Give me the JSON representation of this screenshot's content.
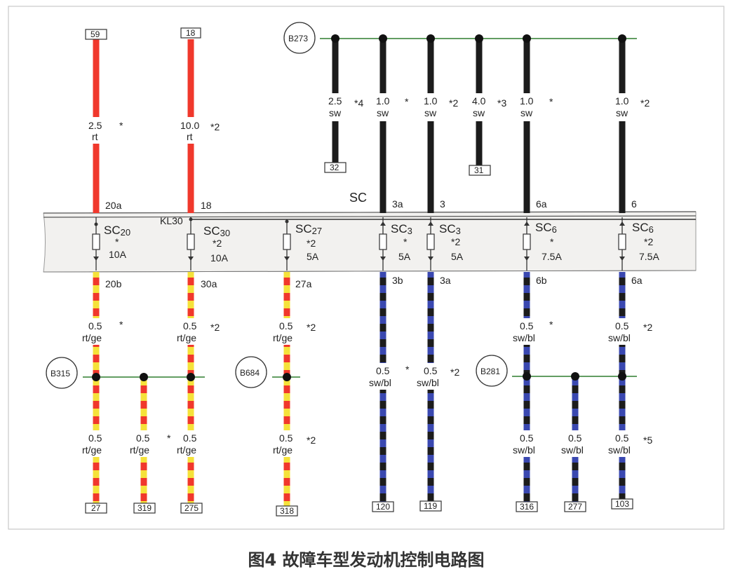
{
  "caption": "图4 故障车型发动机控制电路图",
  "panel_label": "SC",
  "kl30_label": "KL30",
  "colors": {
    "red": "#f0382c",
    "yellow": "#f5e23a",
    "black": "#1c1c1c",
    "blue": "#3a48b0",
    "panel_fill": "#f2f1ef",
    "bus_green": "#2f7d2f",
    "frame": "#c9c9c9"
  },
  "nodes": [
    {
      "id": "b273",
      "label": "B273"
    },
    {
      "id": "b315",
      "label": "B315"
    },
    {
      "id": "b684",
      "label": "B684"
    },
    {
      "id": "b281",
      "label": "B281"
    }
  ],
  "top_wires": [
    {
      "id": "t59",
      "terminal": "59",
      "gauge": "2.5",
      "color": "rt",
      "note": "*",
      "pin": "20a",
      "scheme": "red"
    },
    {
      "id": "t18",
      "terminal": "18",
      "gauge": "10.0",
      "color": "rt",
      "note": "*2",
      "pin": "18",
      "scheme": "red"
    },
    {
      "id": "t32",
      "terminal": "32",
      "gauge": "2.5",
      "color": "sw",
      "note": "*4",
      "pin": "",
      "scheme": "black"
    },
    {
      "id": "sc3a",
      "terminal": "",
      "gauge": "1.0",
      "color": "sw",
      "note": "*",
      "pin": "3a",
      "scheme": "black"
    },
    {
      "id": "sc3",
      "terminal": "",
      "gauge": "1.0",
      "color": "sw",
      "note": "*2",
      "pin": "3",
      "scheme": "black"
    },
    {
      "id": "t31",
      "terminal": "31",
      "gauge": "4.0",
      "color": "sw",
      "note": "*3",
      "pin": "",
      "scheme": "black"
    },
    {
      "id": "sc6a",
      "terminal": "",
      "gauge": "1.0",
      "color": "sw",
      "note": "*",
      "pin": "6a",
      "scheme": "black"
    },
    {
      "id": "sc6",
      "terminal": "",
      "gauge": "1.0",
      "color": "sw",
      "note": "*2",
      "pin": "6",
      "scheme": "black"
    }
  ],
  "fuses": [
    {
      "id": "sc20",
      "name": "SC",
      "sub": "20",
      "note": "*",
      "rating": "10A",
      "out_pin": "20b"
    },
    {
      "id": "sc30",
      "name": "SC",
      "sub": "30",
      "note": "*2",
      "rating": "10A",
      "out_pin": "30a"
    },
    {
      "id": "sc27",
      "name": "SC",
      "sub": "27",
      "note": "*2",
      "rating": "5A",
      "out_pin": "27a"
    },
    {
      "id": "sc3a",
      "name": "SC",
      "sub": "3",
      "note": "*",
      "rating": "5A",
      "out_pin": "3b"
    },
    {
      "id": "sc3b",
      "name": "SC",
      "sub": "3",
      "note": "*2",
      "rating": "5A",
      "out_pin": "3a"
    },
    {
      "id": "sc6a",
      "name": "SC",
      "sub": "6",
      "note": "*",
      "rating": "7.5A",
      "out_pin": "6b"
    },
    {
      "id": "sc6b",
      "name": "SC",
      "sub": "6",
      "note": "*2",
      "rating": "7.5A",
      "out_pin": "6a"
    }
  ],
  "mid_labels": [
    {
      "id": "m20",
      "gauge": "0.5",
      "color": "rt/ge",
      "note": "*"
    },
    {
      "id": "m30",
      "gauge": "0.5",
      "color": "rt/ge",
      "note": "*2"
    },
    {
      "id": "m27",
      "gauge": "0.5",
      "color": "rt/ge",
      "note": "*2"
    },
    {
      "id": "m3b",
      "gauge": "0.5",
      "color": "sw/bl",
      "note": "*"
    },
    {
      "id": "m3a",
      "gauge": "0.5",
      "color": "sw/bl",
      "note": "*2"
    },
    {
      "id": "m6b",
      "gauge": "0.5",
      "color": "sw/bl",
      "note": "*"
    },
    {
      "id": "m6a",
      "gauge": "0.5",
      "color": "sw/bl",
      "note": "*2"
    }
  ],
  "bottom_wires": [
    {
      "id": "b27",
      "terminal": "27",
      "gauge": "0.5",
      "color": "rt/ge",
      "note": ""
    },
    {
      "id": "b319",
      "terminal": "319",
      "gauge": "0.5",
      "color": "rt/ge",
      "note": "*"
    },
    {
      "id": "b275",
      "terminal": "275",
      "gauge": "0.5",
      "color": "rt/ge",
      "note": ""
    },
    {
      "id": "b318",
      "terminal": "318",
      "gauge": "0.5",
      "color": "rt/ge",
      "note": "*2"
    },
    {
      "id": "b120",
      "terminal": "120",
      "gauge": "",
      "color": "",
      "note": ""
    },
    {
      "id": "b119",
      "terminal": "119",
      "gauge": "",
      "color": "",
      "note": ""
    },
    {
      "id": "b316",
      "terminal": "316",
      "gauge": "0.5",
      "color": "sw/bl",
      "note": ""
    },
    {
      "id": "b277",
      "terminal": "277",
      "gauge": "0.5",
      "color": "sw/bl",
      "note": ""
    },
    {
      "id": "b103",
      "terminal": "103",
      "gauge": "0.5",
      "color": "sw/bl",
      "note": "*5"
    }
  ]
}
